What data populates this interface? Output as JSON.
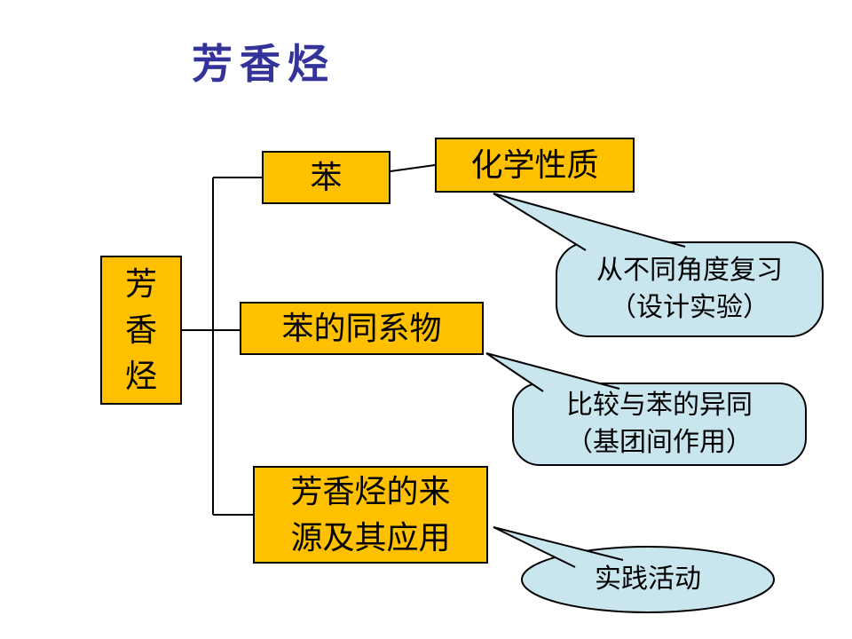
{
  "title": "芳香烃",
  "colors": {
    "box_fill": "#FFC000",
    "box_border": "#000000",
    "callout_fill": "#C9E6EE",
    "callout_border": "#000000",
    "title_color": "#333399",
    "background": "#FFFFFF"
  },
  "nodes": {
    "root": "芳\n香\n烃",
    "benzene": "苯",
    "properties": "化学性质",
    "homologs": "苯的同系物",
    "sources": "芳香烃的来\n源及其应用"
  },
  "callouts": {
    "review": "从不同角度复习\n（设计实验）",
    "compare": "比较与苯的异同\n（基团间作用）",
    "practice": "实践活动"
  }
}
